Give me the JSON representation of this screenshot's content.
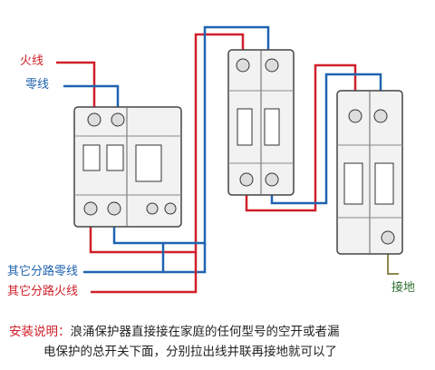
{
  "labels": {
    "live": "火线",
    "neutral": "零线",
    "branch_neutral": "其它分路零线",
    "branch_live": "其它分路火线",
    "ground": "接地"
  },
  "note": {
    "title": "安装说明：",
    "line1": "浪涌保护器直接接在家庭的任何型号的空开或者漏",
    "line2": "电保护的总开关下面，分别拉出线并联再接地就可以了"
  },
  "colors": {
    "live_wire": "#d0202a",
    "neutral_wire": "#1f63b0",
    "ground_wire": "#8a8a50",
    "device_body": "#f2f2f2",
    "device_outline": "#444444"
  }
}
